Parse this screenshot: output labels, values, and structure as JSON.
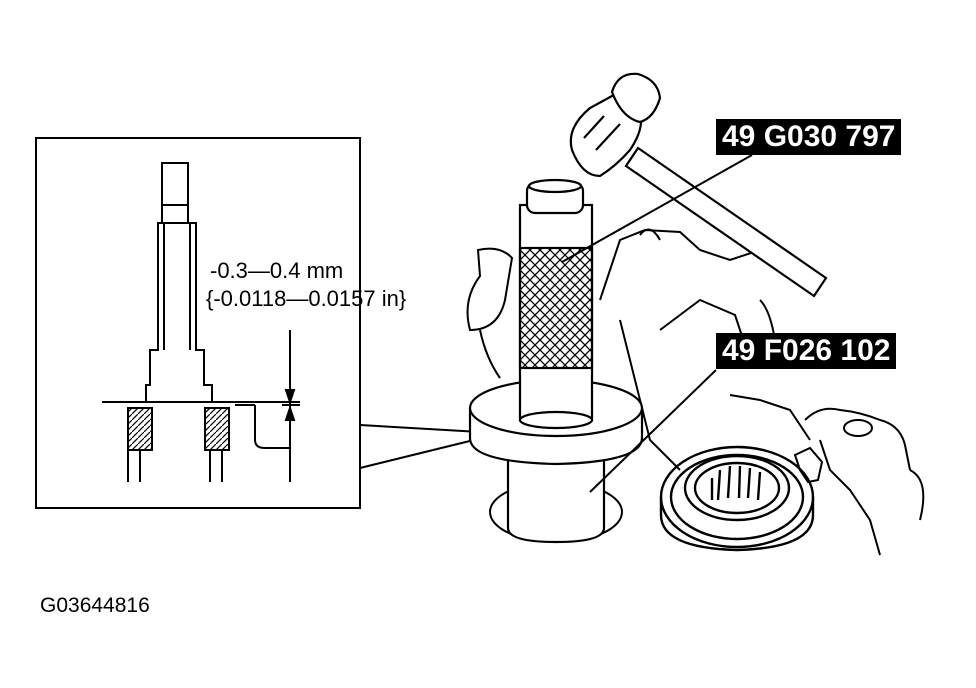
{
  "figure_id": "G03644816",
  "labels": {
    "tool_upper": "49 G030 797",
    "tool_lower": "49 F026 102"
  },
  "detail": {
    "dim_mm": "-0.3—0.4 mm",
    "dim_in": "{-0.0118—0.0157 in}"
  },
  "colors": {
    "ink": "#000000",
    "paper": "#ffffff"
  }
}
